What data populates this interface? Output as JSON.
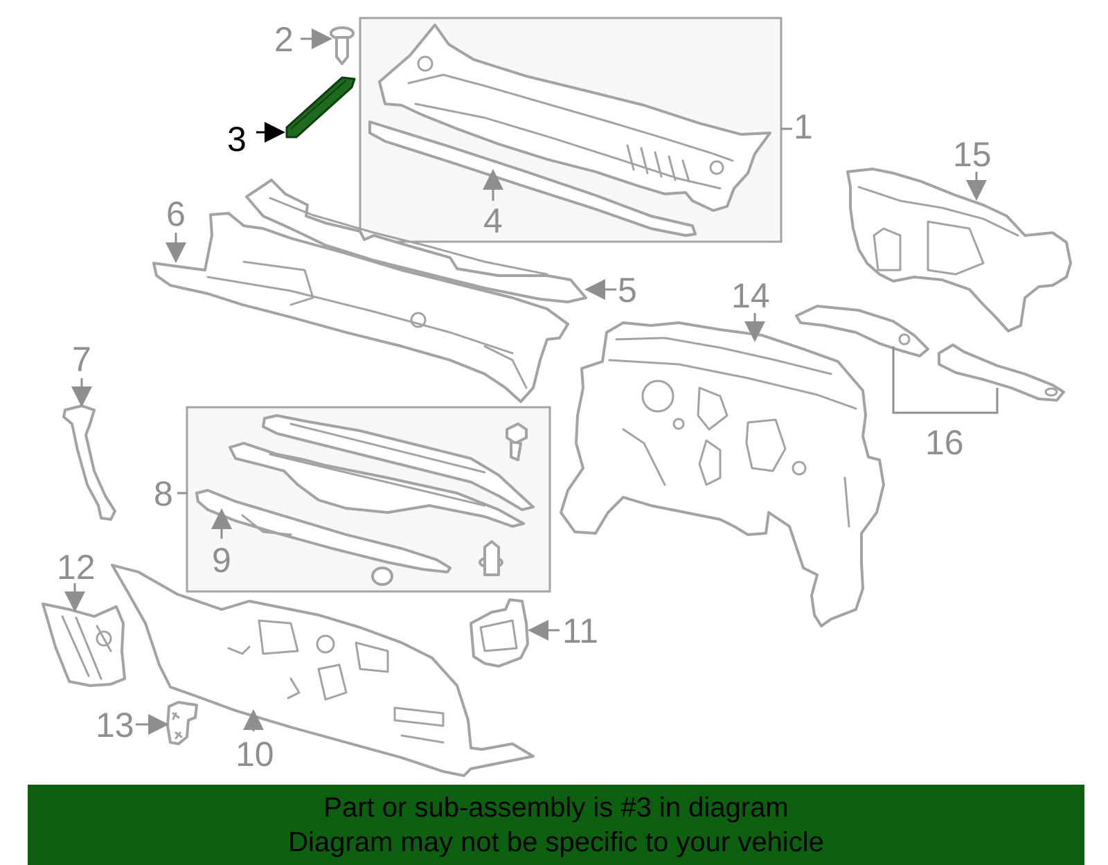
{
  "colors": {
    "highlight": "#1e6b1f",
    "banner": "#0c6010",
    "part_outline": "#a3a3a3",
    "callout_gray": "#8f8f8f",
    "highlight_callout": "#000000"
  },
  "highlighted_part": "3",
  "callouts": {
    "c1": "1",
    "c2": "2",
    "c3": "3",
    "c4": "4",
    "c5": "5",
    "c6": "6",
    "c7": "7",
    "c8": "8",
    "c9": "9",
    "c10": "10",
    "c11": "11",
    "c12": "12",
    "c13": "13",
    "c14": "14",
    "c15": "15",
    "c16": "16"
  },
  "banner": {
    "line1": "Part or sub-assembly is #3 in diagram",
    "line2": "Diagram may not be specific to your vehicle"
  }
}
